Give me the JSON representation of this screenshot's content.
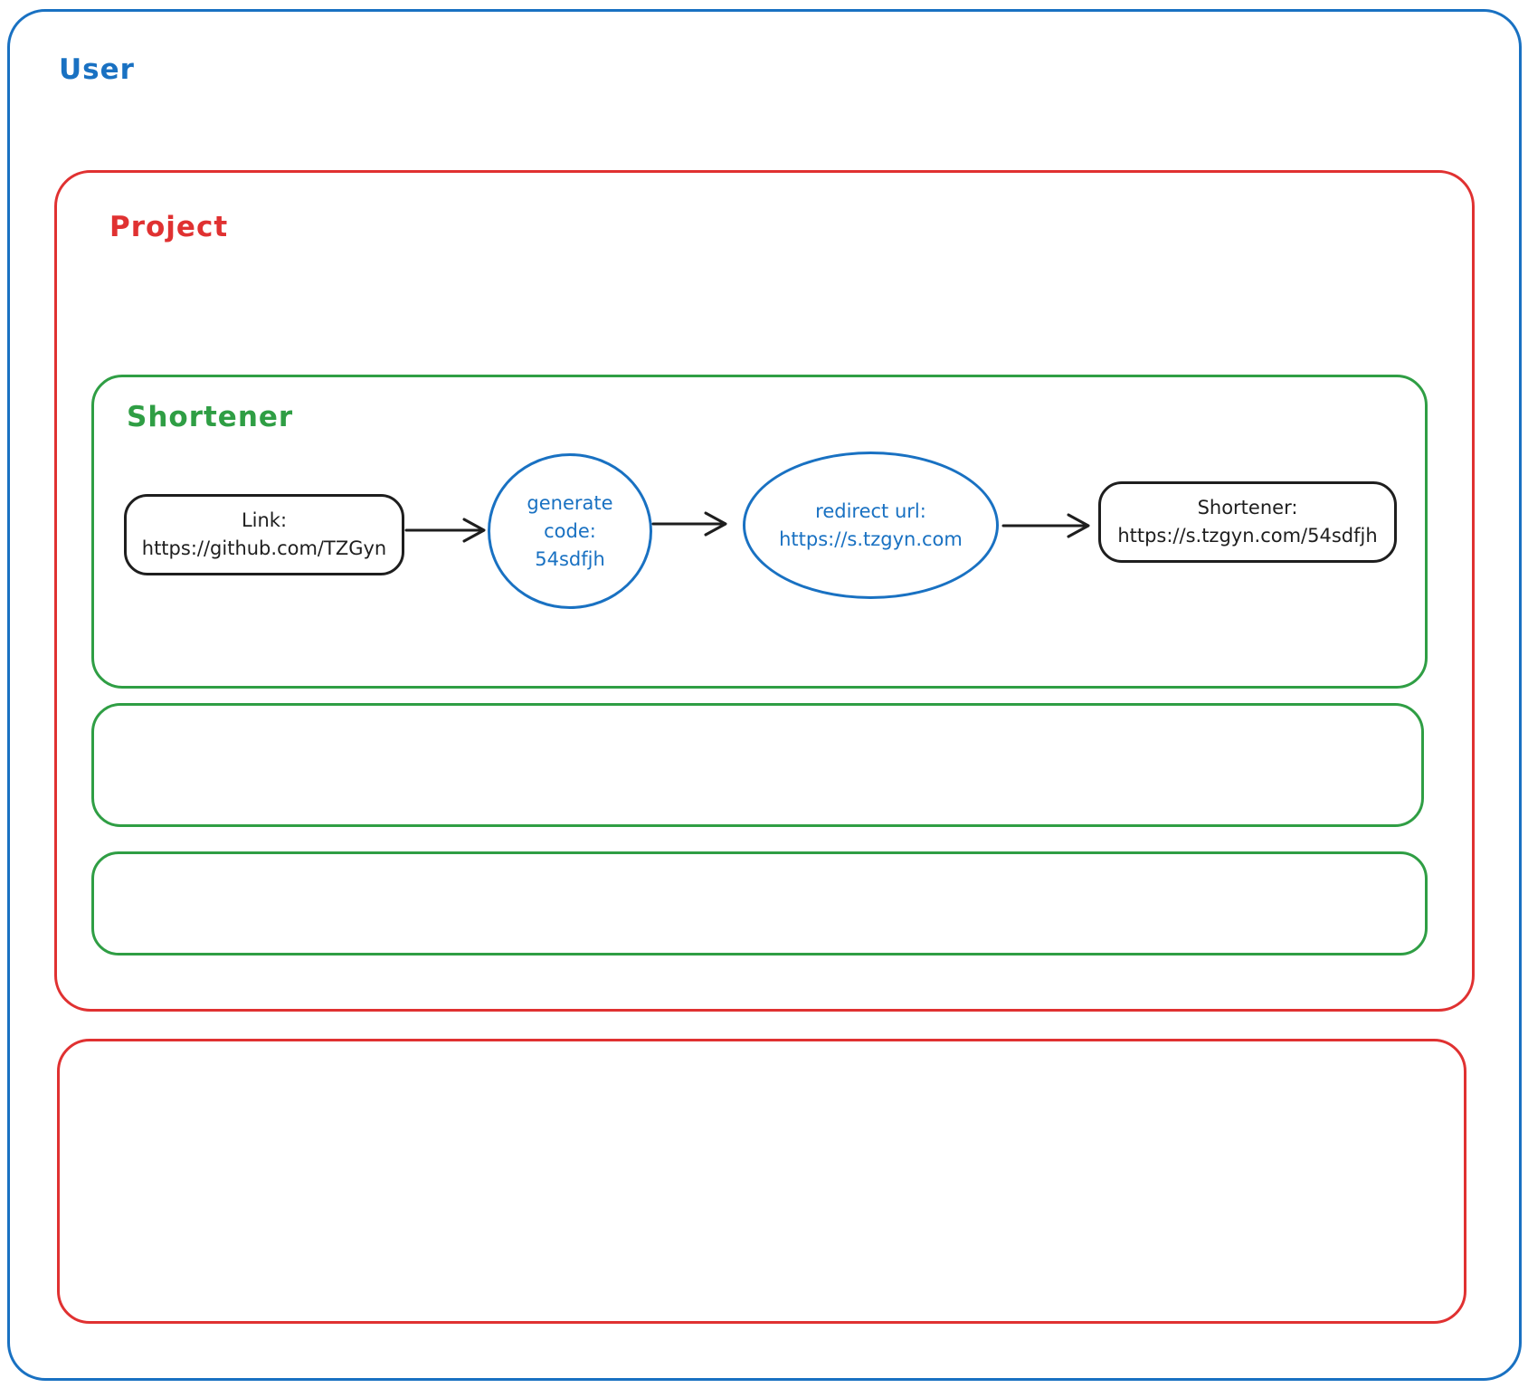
{
  "colors": {
    "blue": "#1971c2",
    "red": "#e03131",
    "green": "#2f9e44",
    "ink": "#1e1e1e"
  },
  "containers": {
    "user": {
      "label": "User"
    },
    "project": {
      "label": "Project"
    },
    "shortener": {
      "label": "Shortener"
    }
  },
  "flow": {
    "link_node": {
      "line1": "Link:",
      "line2": "https://github.com/TZGyn"
    },
    "generate_code_node": {
      "line1": "generate",
      "line2": "code:",
      "line3": "54sdfjh"
    },
    "redirect_url_node": {
      "line1": "redirect url:",
      "line2": "https://s.tzgyn.com"
    },
    "result_node": {
      "line1": "Shortener:",
      "line2": "https://s.tzgyn.com/54sdfjh"
    }
  }
}
